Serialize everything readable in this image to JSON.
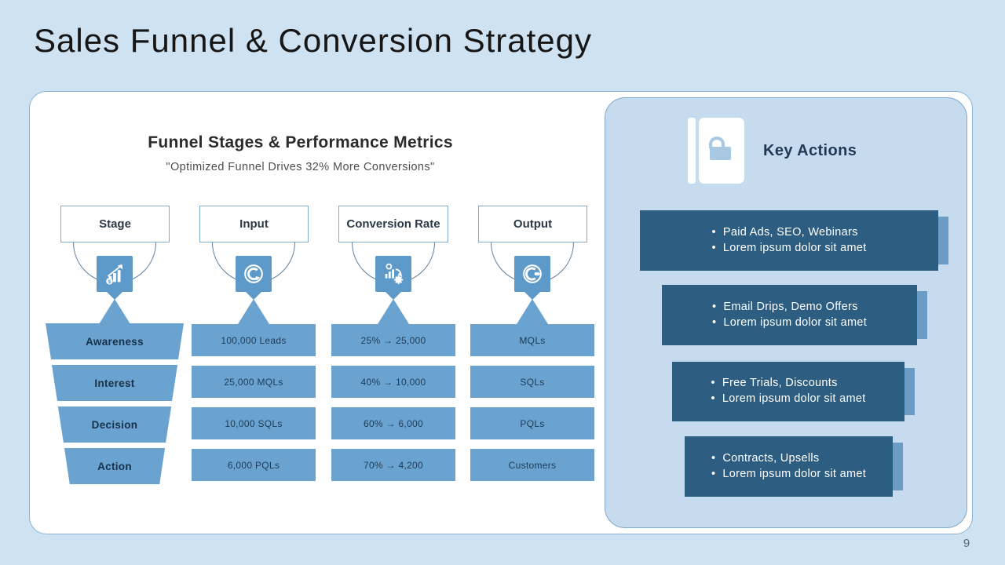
{
  "slide": {
    "title": "Sales Funnel & Conversion Strategy",
    "page_number": "9"
  },
  "funnel_panel": {
    "heading": "Funnel Stages & Performance Metrics",
    "subheading": "\"Optimized Funnel Drives 32% More Conversions\"",
    "columns": [
      {
        "header": "Stage",
        "icon": "growth-chart-icon"
      },
      {
        "header": "Input",
        "icon": "conversion-cycle-icon"
      },
      {
        "header": "Conversion Rate",
        "icon": "metrics-gear-icon"
      },
      {
        "header": "Output",
        "icon": "target-cycle-icon"
      }
    ],
    "stages": [
      "Awareness",
      "Interest",
      "Decision",
      "Action"
    ],
    "inputs": [
      "100,000 Leads",
      "25,000 MQLs",
      "10,000 SQLs",
      "6,000 PQLs"
    ],
    "conversion_rates": [
      "25% → 25,000",
      "40% → 10,000",
      "60% → 6,000",
      "70% → 4,200"
    ],
    "outputs": [
      "MQLs",
      "SQLs",
      "PQLs",
      "Customers"
    ]
  },
  "key_actions": {
    "heading": "Key Actions",
    "icon": "open-lock-book-icon",
    "boxes": [
      {
        "bullets": [
          "Paid Ads, SEO, Webinars",
          "Lorem ipsum dolor sit amet"
        ]
      },
      {
        "bullets": [
          "Email Drips, Demo Offers",
          "Lorem ipsum dolor sit amet"
        ]
      },
      {
        "bullets": [
          "Free Trials, Discounts",
          "Lorem ipsum dolor sit amet"
        ]
      },
      {
        "bullets": [
          "Contracts, Upsells",
          "Lorem ipsum dolor sit amet"
        ]
      }
    ]
  },
  "colors": {
    "background": "#cfe2f1",
    "panel_white": "#ffffff",
    "panel_blue": "#c6dbed",
    "box_blue": "#6aa3d0",
    "icon_blue": "#5d99c9",
    "dark_box": "#2d5e81",
    "shadow_strip": "#6a9cc6",
    "navy_text": "#1f3a54"
  }
}
